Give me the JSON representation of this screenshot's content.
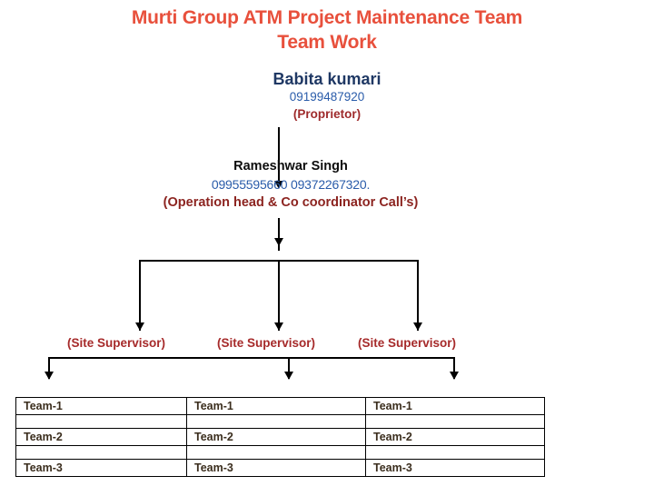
{
  "title": {
    "line1": "Murti Group ATM Project Maintenance Team",
    "line2": "Team Work",
    "color": "#e8503c"
  },
  "org": {
    "top": {
      "name": "Babita kumari",
      "phone": "09199487920",
      "role": "(Proprietor)",
      "name_color": "#1f3864",
      "phone_color": "#2a5caa",
      "role_color": "#9e2a2b"
    },
    "middle": {
      "name": "Rameshwar Singh",
      "phone": "09955595660  09372267320.",
      "role": "(Operation head & Co coordinator Call’s)",
      "name_color": "#0d0d0d",
      "phone_color": "#2a5caa",
      "role_color": "#8c2420"
    },
    "supervisors": [
      {
        "label": "(Site Supervisor)"
      },
      {
        "label": "(Site Supervisor)"
      },
      {
        "label": "(Site Supervisor)"
      }
    ],
    "supervisor_color": "#a62a2a",
    "connector_color": "#000000"
  },
  "teams_table": {
    "rows": [
      {
        "type": "data",
        "cells": [
          "Team-1",
          "Team-1",
          "Team-1"
        ]
      },
      {
        "type": "spacer",
        "cells": [
          "",
          "",
          ""
        ]
      },
      {
        "type": "data",
        "cells": [
          "Team-2",
          "Team-2",
          "Team-2"
        ]
      },
      {
        "type": "spacer",
        "cells": [
          "",
          "",
          ""
        ]
      },
      {
        "type": "data",
        "cells": [
          "Team-3",
          "Team-3",
          "Team-3"
        ]
      }
    ],
    "border_color": "#000000",
    "text_color": "#3b2e1e"
  }
}
